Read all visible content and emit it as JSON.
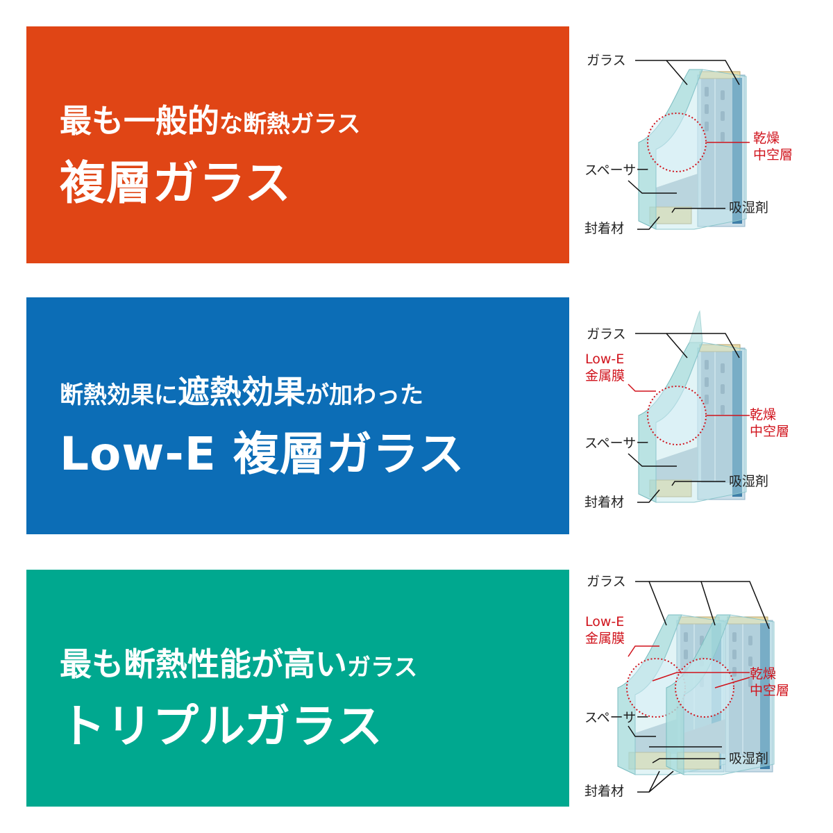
{
  "colors": {
    "orange": "#e04515",
    "blue": "#0c6db6",
    "teal": "#00a88f",
    "label_red": "#d0121b"
  },
  "sections": [
    {
      "line1_big": "最も一般的",
      "line1_small": "な断熱ガラス",
      "title": "複層ガラス",
      "labels": {
        "glass": "ガラス",
        "air_layer_1": "乾燥",
        "air_layer_2": "中空層",
        "spacer": "スペーサー",
        "desiccant": "吸湿剤",
        "sealant": "封着材"
      }
    },
    {
      "line1_small_a": "断熱効果に",
      "line1_big": "遮熱効果",
      "line1_small_b": "が加わった",
      "title": "Low-E 複層ガラス",
      "labels": {
        "glass": "ガラス",
        "lowe_1": "Low-E",
        "lowe_2": "金属膜",
        "air_layer_1": "乾燥",
        "air_layer_2": "中空層",
        "spacer": "スペーサー",
        "desiccant": "吸湿剤",
        "sealant": "封着材"
      }
    },
    {
      "line1_big": "最も断熱性能が高い",
      "line1_small": "ガラス",
      "title": "トリプルガラス",
      "labels": {
        "glass": "ガラス",
        "lowe_1": "Low-E",
        "lowe_2": "金属膜",
        "air_layer_1": "乾燥",
        "air_layer_2": "中空層",
        "spacer": "スペーサー",
        "desiccant": "吸湿剤",
        "sealant": "封着材"
      }
    }
  ]
}
